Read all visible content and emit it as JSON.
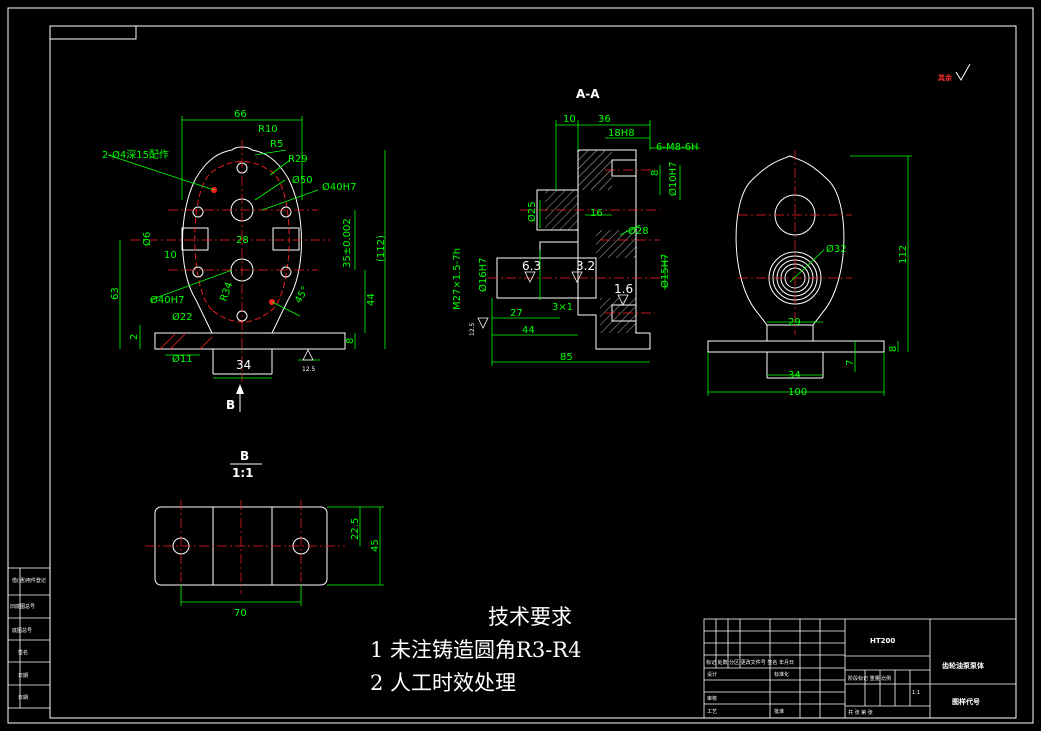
{
  "views": {
    "section_label": "A-A",
    "view_b_label": "B",
    "detail_b_label": "B",
    "detail_b_scale": "1:1",
    "roughness_mark": "其余"
  },
  "front_view_dims": [
    "66",
    "R10",
    "R5",
    "R29",
    "Ø50",
    "Ø40H7",
    "2-Ø4深15配作",
    "35±0.002",
    "(112)",
    "28",
    "Ø6",
    "10",
    "63",
    "44",
    "8",
    "2",
    "Ø40H7",
    "R34",
    "45°",
    "Ø22",
    "Ø11",
    "34",
    "12.5"
  ],
  "section_view_dims": [
    "10",
    "36",
    "18H8",
    "6-M8-6H",
    "Ø25",
    "16",
    "Ø10H7",
    "8",
    "Ø28",
    "M27×1.5-7h",
    "Ø16H7",
    "6.3",
    "3.2",
    "1.6",
    "Ø15H7",
    "27",
    "44",
    "3×1",
    "12.5",
    "85"
  ],
  "side_view_dims": [
    "Ø32",
    "112",
    "29",
    "34",
    "100",
    "8",
    "7"
  ],
  "base_view_dims": [
    "22.5",
    "45",
    "70"
  ],
  "technical_requirements": {
    "title": "技术要求",
    "items": [
      "1   未注铸造圆角R3-R4",
      "2   人工时效处理"
    ]
  },
  "left_panel": [
    "借(通)用件登记",
    "旧底图总号",
    "底图总号",
    "签名",
    "日期",
    "日期"
  ],
  "title_block": {
    "material": "HT200",
    "part_name": "齿轮油泵泵体",
    "drawing_no_label": "图样代号",
    "scale": "1:1",
    "header_row": "标记 处数 分区 更改文件号 签名 年月日",
    "design": "设计",
    "standardize": "标准化",
    "review": "审核",
    "process": "工艺",
    "approve": "批准",
    "stage_row": "阶段标记 重量 比例",
    "sheets_row": "共 张 第 张"
  }
}
